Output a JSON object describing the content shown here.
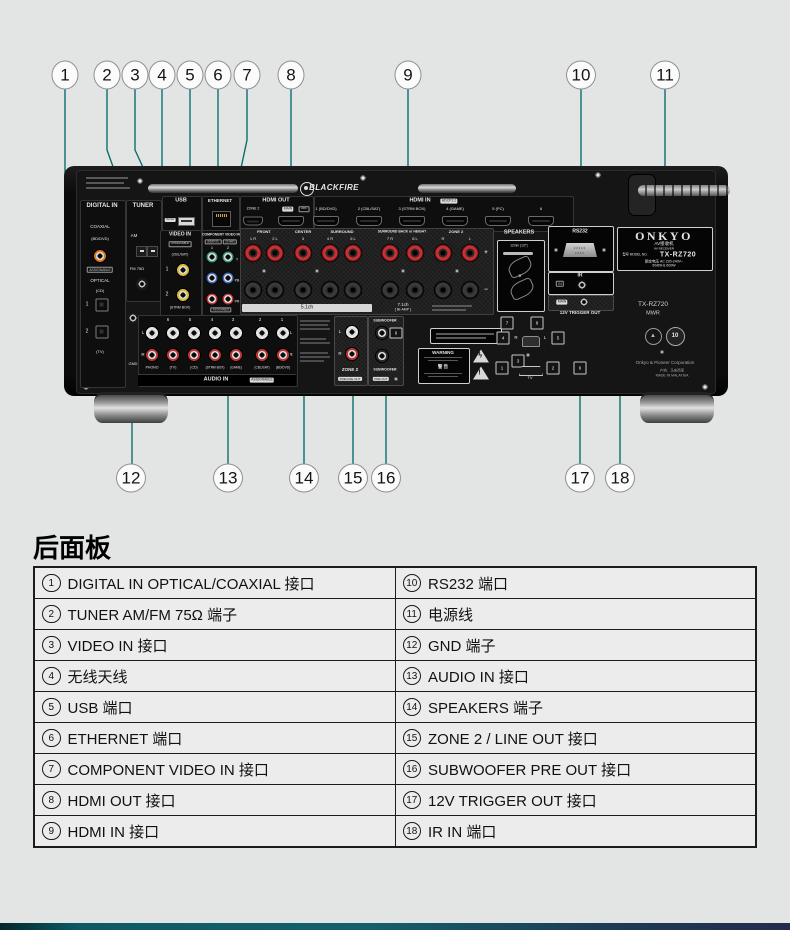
{
  "colors": {
    "accent_line": "#0d6e6e",
    "post_red": "#c62f33",
    "footer_left": "#0d5a64",
    "footer_right": "#252b4f"
  },
  "callouts": {
    "top": [
      "1",
      "2",
      "3",
      "4",
      "5",
      "6",
      "7",
      "8",
      "9",
      "10",
      "11"
    ],
    "bottom": [
      "12",
      "13",
      "14",
      "15",
      "16",
      "17",
      "18"
    ]
  },
  "panel": {
    "logo": "BLACKFIRE",
    "digital_in": {
      "header": "DIGITAL IN",
      "coaxial": "COAXIAL",
      "coax_label": "(BD/DVD)",
      "assignable": "ASSIGNABLE",
      "optical": "OPTICAL",
      "opt1_label": "(CD)",
      "opt1_num": "1",
      "opt2_num": "2",
      "opt2_label": "(TV)"
    },
    "tuner": {
      "header": "TUNER",
      "am": "AM",
      "fm": "FM 75Ω",
      "gnd": "GND"
    },
    "usb": {
      "header": "USB",
      "rating": "5V/1A"
    },
    "ethernet": {
      "header": "ETHERNET"
    },
    "hdmi_out": {
      "header": "HDMI OUT",
      "zone2": "ZONE 2",
      "main": "MAIN",
      "arc": "ARC"
    },
    "hdmi_in": {
      "header": "HDMI IN",
      "hdcp": "HDCP2.2",
      "ports": [
        {
          "num": "1",
          "label": "(BD/DVD)"
        },
        {
          "num": "2",
          "label": "(CBL/SAT)"
        },
        {
          "num": "3",
          "label": "(STRM BOX)"
        },
        {
          "num": "4",
          "label": "(GAME)"
        },
        {
          "num": "5",
          "label": "(PC)"
        },
        {
          "num": "6",
          "label": ""
        }
      ]
    },
    "video_in": {
      "header": "VIDEO IN",
      "assignable": "ASSIGNABLE",
      "jack1_num": "1",
      "jack1_label": "(CBL/SAT)",
      "jack2_num": "2",
      "jack2_label": "(STRM BOX)"
    },
    "component": {
      "header": "COMPONENT VIDEO IN",
      "bd": "(BD/DVD)",
      "game": "(GAME)",
      "n1": "1",
      "n2": "2",
      "y": "Y",
      "pb": "PB",
      "pr": "PR",
      "assignable": "ASSIGNABLE"
    },
    "speakers": {
      "header": "SPEAKERS",
      "front": "FRONT",
      "center": "CENTER",
      "surround": "SURROUND",
      "surround_back": "SURROUND BACK or HEIGHT",
      "zone2": "ZONE 2",
      "posts": [
        "1 R",
        "2 L",
        "3",
        "4 R",
        "5 L",
        "7 R",
        "8 L",
        "R",
        "L"
      ],
      "plus": "+",
      "minus": "−",
      "ch51": "5.1ch",
      "ch71": "7.1ch",
      "biamp": "[ BI-AMP ]",
      "wire": "12mm (1/2\")"
    },
    "rs232": {
      "header": "RS232"
    },
    "ir": {
      "header": "IR",
      "badge": "IN"
    },
    "trigger": {
      "header": "12V TRIGGER OUT",
      "main": "MAIN"
    },
    "nameplate": {
      "brand": "ONKYO",
      "type_cn": "AV接收机",
      "type_en": "AV RECEIVER",
      "model_label": "型号 MODEL NO.",
      "model": "TX-RZ720",
      "rating1": "额定电压 AC 220-240V~",
      "rating2": "50/60Hz  600W"
    },
    "model_rear": {
      "model": "TX-RZ720",
      "suffix": "MWR"
    },
    "marks": {
      "epup": "10"
    },
    "corp": "Onkyo & Pioneer Corporation",
    "origin1": "产地：马来西亚",
    "origin2": "MADE IN MALAYSIA",
    "audio_in": {
      "header": "AUDIO IN",
      "assignable": "ASSIGNABLE",
      "l": "L",
      "r": "R",
      "columns": [
        {
          "num": "",
          "label": "PHONO"
        },
        {
          "num": "6",
          "label": "(TV)"
        },
        {
          "num": "5",
          "label": "(CD)"
        },
        {
          "num": "4",
          "label": "(STRM BOX)"
        },
        {
          "num": "3",
          "label": "(GAME)"
        },
        {
          "num": "2",
          "label": "(CBL/SAT)"
        },
        {
          "num": "1",
          "label": "(BD/DVD)"
        }
      ]
    },
    "zone2_out": {
      "header": "ZONE 2",
      "sub": "PRE/LINE OUT",
      "l": "L",
      "r": "R"
    },
    "subwoofer": {
      "top": "SUBWOOFER",
      "badge": "6",
      "bottom": "SUBWOOFER",
      "sub": "PRE OUT"
    },
    "warning": {
      "title": "WARNING",
      "cn": "警 告"
    },
    "diagram": {
      "n7": "7",
      "n8": "8",
      "n4": "4",
      "n5": "5",
      "n1": "1",
      "n2": "2",
      "n3": "3",
      "n6": "6",
      "r": "R",
      "l": "L",
      "tv": "TV"
    }
  },
  "legend": {
    "title": "后面板",
    "rows": [
      {
        "ln": "1",
        "lt": "DIGITAL IN OPTICAL/COAXIAL 接口",
        "rn": "10",
        "rt": "RS232 端口"
      },
      {
        "ln": "2",
        "lt": "TUNER AM/FM 75Ω 端子",
        "rn": "11",
        "rt": "电源线"
      },
      {
        "ln": "3",
        "lt": "VIDEO IN 接口",
        "rn": "12",
        "rt": "GND 端子"
      },
      {
        "ln": "4",
        "lt": "无线天线",
        "rn": "13",
        "rt": "AUDIO IN 接口"
      },
      {
        "ln": "5",
        "lt": "USB 端口",
        "rn": "14",
        "rt": "SPEAKERS 端子"
      },
      {
        "ln": "6",
        "lt": "ETHERNET 端口",
        "rn": "15",
        "rt": "ZONE 2 / LINE OUT 接口"
      },
      {
        "ln": "7",
        "lt": "COMPONENT VIDEO IN 接口",
        "rn": "16",
        "rt": "SUBWOOFER PRE OUT 接口"
      },
      {
        "ln": "8",
        "lt": "HDMI OUT 接口",
        "rn": "17",
        "rt": "12V TRIGGER OUT 接口"
      },
      {
        "ln": "9",
        "lt": "HDMI IN 接口",
        "rn": "18",
        "rt": "IR IN 端口"
      }
    ]
  }
}
